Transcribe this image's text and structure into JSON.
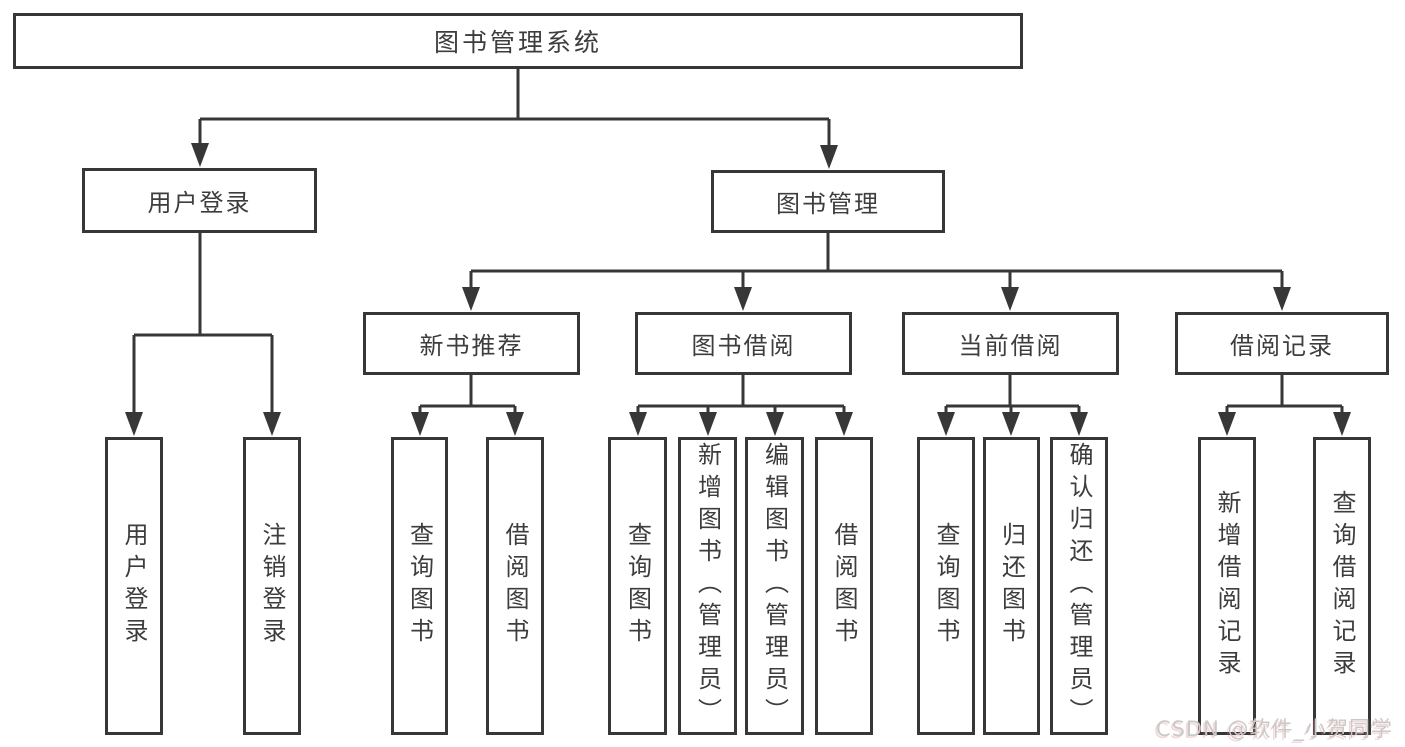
{
  "tree": {
    "root": {
      "label": "图书管理系统"
    },
    "branches": [
      {
        "label": "用户登录",
        "leaves": [
          {
            "label": "用户登录"
          },
          {
            "label": "注销登录"
          }
        ]
      },
      {
        "label": "图书管理",
        "groups": [
          {
            "label": "新书推荐",
            "leaves": [
              {
                "label": "查询图书"
              },
              {
                "label": "借阅图书"
              }
            ]
          },
          {
            "label": "图书借阅",
            "leaves": [
              {
                "label": "查询图书"
              },
              {
                "label": "新增图书（管理员）"
              },
              {
                "label": "编辑图书（管理员）"
              },
              {
                "label": "借阅图书"
              }
            ]
          },
          {
            "label": "当前借阅",
            "leaves": [
              {
                "label": "查询图书"
              },
              {
                "label": "归还图书"
              },
              {
                "label": "确认归还（管理员）"
              }
            ]
          },
          {
            "label": "借阅记录",
            "leaves": [
              {
                "label": "新增借阅记录"
              },
              {
                "label": "查询借阅记录"
              }
            ]
          }
        ]
      }
    ]
  },
  "watermark": {
    "text": "CSDN @软件_小贺同学"
  },
  "colors": {
    "line": "#373737",
    "text": "#3d3d3d",
    "watermark": "#c9c9c9",
    "background": "#ffffff"
  }
}
